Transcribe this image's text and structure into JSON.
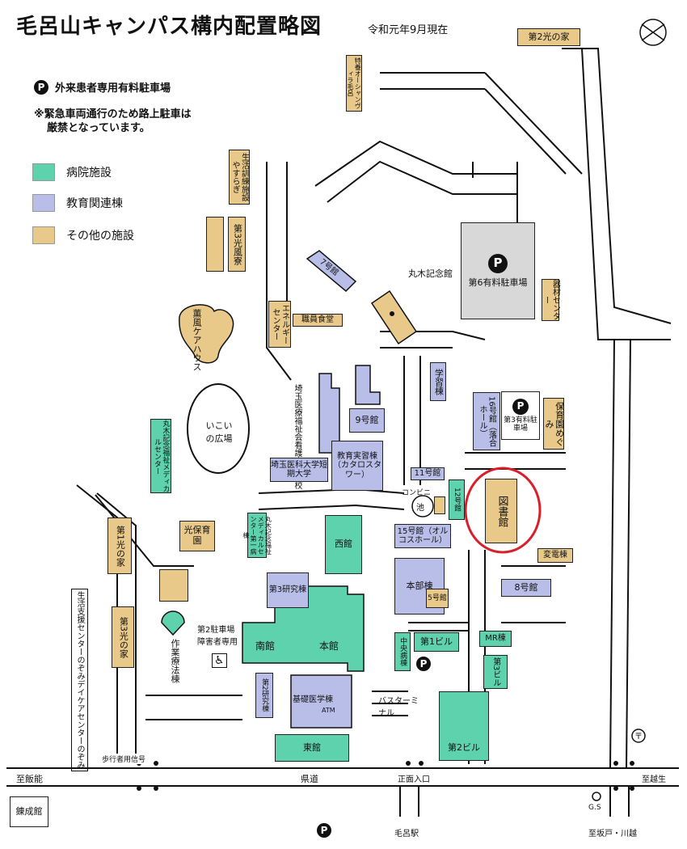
{
  "header": {
    "title": "毛呂山キャンパス構内配置略図",
    "date": "令和元年9月現在"
  },
  "legend": {
    "parking_symbol": "P",
    "parking_label": "外来患者専用有料駐車場",
    "warning_line1": "※緊急車両通行のため路上駐車は",
    "warning_line2": "厳禁となっています。",
    "categories": [
      {
        "label": "病院施設",
        "color": "#5ed1ad"
      },
      {
        "label": "教育関連棟",
        "color": "#b9bee8"
      },
      {
        "label": "その他の施設",
        "color": "#e8c98a"
      }
    ]
  },
  "compass_icon": "north-arrow",
  "highlight_color": "#d8202a",
  "buildings": {
    "hikari2": "第2光の家",
    "tokuyou": "特養オーシャンヴィラ毛呂",
    "seikatsu": "生活訓練施設やすらぎ",
    "hikari3_fuu": "第3光風寮",
    "b7": "7号館",
    "marugi_memorial": "丸木記念館",
    "parking6": "第6有料駐車場",
    "kizai": "器材センター",
    "energy": "エネルギーセンター",
    "shokudo": "職員食堂",
    "kaoru": "薫風ケアハウス",
    "gakushu": "学習棟",
    "b16": "16号館（落合ホール）",
    "parking3": "第3有料駐車場",
    "hoikuen_megumi": "保育園めぐみ",
    "ikoi": "いこいの広場",
    "kango": "埼玉医療福祉会看護専門学校",
    "b9": "9号館",
    "marugi_medical": "丸木記念福祉メディカルセンター",
    "tanki": "埼玉医科大学短期大学",
    "jisshu": "教育実習棟（カタロスタワー）",
    "b11": "11号館",
    "conveni": "コンビニ",
    "pond": "池",
    "b12": "12号館",
    "library": "図書館",
    "hikari1": "第1光の家",
    "hoikuen_hikari": "光保育園",
    "byoto1": "丸木記念福祉メディカルセンター第一病棟",
    "nishi": "西館",
    "b15": "15号館（オルコスホール）",
    "henden": "変電棟",
    "kenkyu3": "第3研究棟",
    "honbu": "本部棟",
    "b5": "5号館",
    "b8": "8号館",
    "seikatsu_shien": "生活支援センターのぞみデイケアセンターのぞみ",
    "hikari3": "第3光の家",
    "sagyo": "作業療法棟",
    "parking2": "第2駐車場障害者専用",
    "minami": "南館",
    "honkan": "本館",
    "chuo": "中央病棟",
    "biru1": "第1ビル",
    "mr": "MR棟",
    "biru3": "第3ビル",
    "kenkyu2": "第2研究棟",
    "kiso": "基礎医学棟",
    "atm": "ATM",
    "bus": "バスターミナル",
    "higashi": "東館",
    "biru2": "第2ビル",
    "renseikan": "錬成館"
  },
  "roads": {
    "crosswalk": "歩行者用信号",
    "to_hanno": "至飯能",
    "kendo": "県道",
    "main_gate": "正面入口",
    "to_ogose": "至越生",
    "gs": "G.S",
    "moro_station": "毛呂駅",
    "to_sakado": "至坂戸・川越"
  }
}
